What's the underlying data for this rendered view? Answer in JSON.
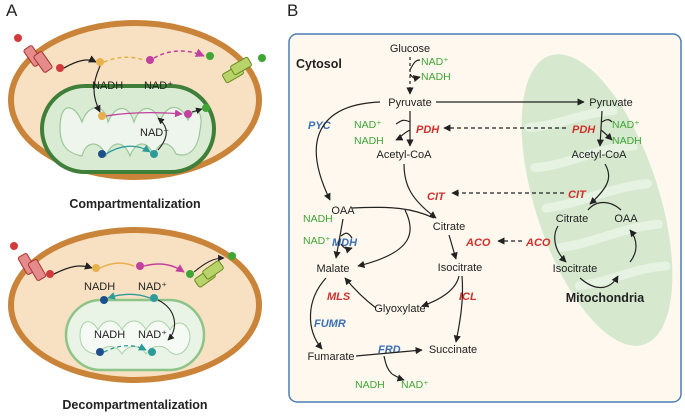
{
  "panel_a": {
    "letter": "A",
    "top_caption": "Compartmentalization",
    "bottom_caption": "Decompartmentalization",
    "top_nadh": "NADH",
    "top_nadp": "NAD⁺",
    "top_inner_nadp": "NAD⁺",
    "bot_nadh": "NADH",
    "bot_nadp": "NAD⁺",
    "bot_inner_nadh": "NADH",
    "bot_inner_nadp": "NAD⁺"
  },
  "panel_b": {
    "letter": "B",
    "cytosol_label": "Cytosol",
    "mito_label": "Mitochondria",
    "metabolites": {
      "glucose": "Glucose",
      "pyruvate": "Pyruvate",
      "acetyl_coa": "Acetyl-CoA",
      "oaa": "OAA",
      "citrate": "Citrate",
      "malate": "Malate",
      "isocitrate": "Isocitrate",
      "glyoxylate": "Glyoxylate",
      "fumarate": "Fumarate",
      "succinate": "Succinate",
      "m_pyruvate": "Pyruvate",
      "m_acetyl_coa": "Acetyl-CoA",
      "m_citrate": "Citrate",
      "m_oaa": "OAA",
      "m_isocitrate": "Isocitrate"
    },
    "enzymes": {
      "pyc": "PYC",
      "pdh": "PDH",
      "mdh": "MDH",
      "aco": "ACO",
      "mls": "MLS",
      "icl": "ICL",
      "fumr": "FUMR",
      "frd": "FRD",
      "cit": "CIT",
      "m_pdh": "PDH",
      "m_cit": "CIT",
      "m_aco": "ACO"
    },
    "cofactors": {
      "glyc_nadp": "NAD⁺",
      "glyc_nadh": "NADH",
      "pdh_nadp": "NAD⁺",
      "pdh_nadh": "NADH",
      "mdh_nadh": "NADH",
      "mdh_nadp": "NAD⁺",
      "frd_nadh": "NADH",
      "frd_nadp": "NAD⁺",
      "m_nadp": "NAD⁺",
      "m_nadh": "NADH"
    }
  },
  "colors": {
    "enzyme_red": "#d0312d",
    "enzyme_blue": "#3a6fb5",
    "cofactor_green": "#3fa535",
    "cell_outer": "#c9843a",
    "cell_fill": "#f8e1c3",
    "mito_fill": "#cfe6c9",
    "mito_stroke": "#3f7f3a",
    "panel_border": "#4a7fb5"
  }
}
